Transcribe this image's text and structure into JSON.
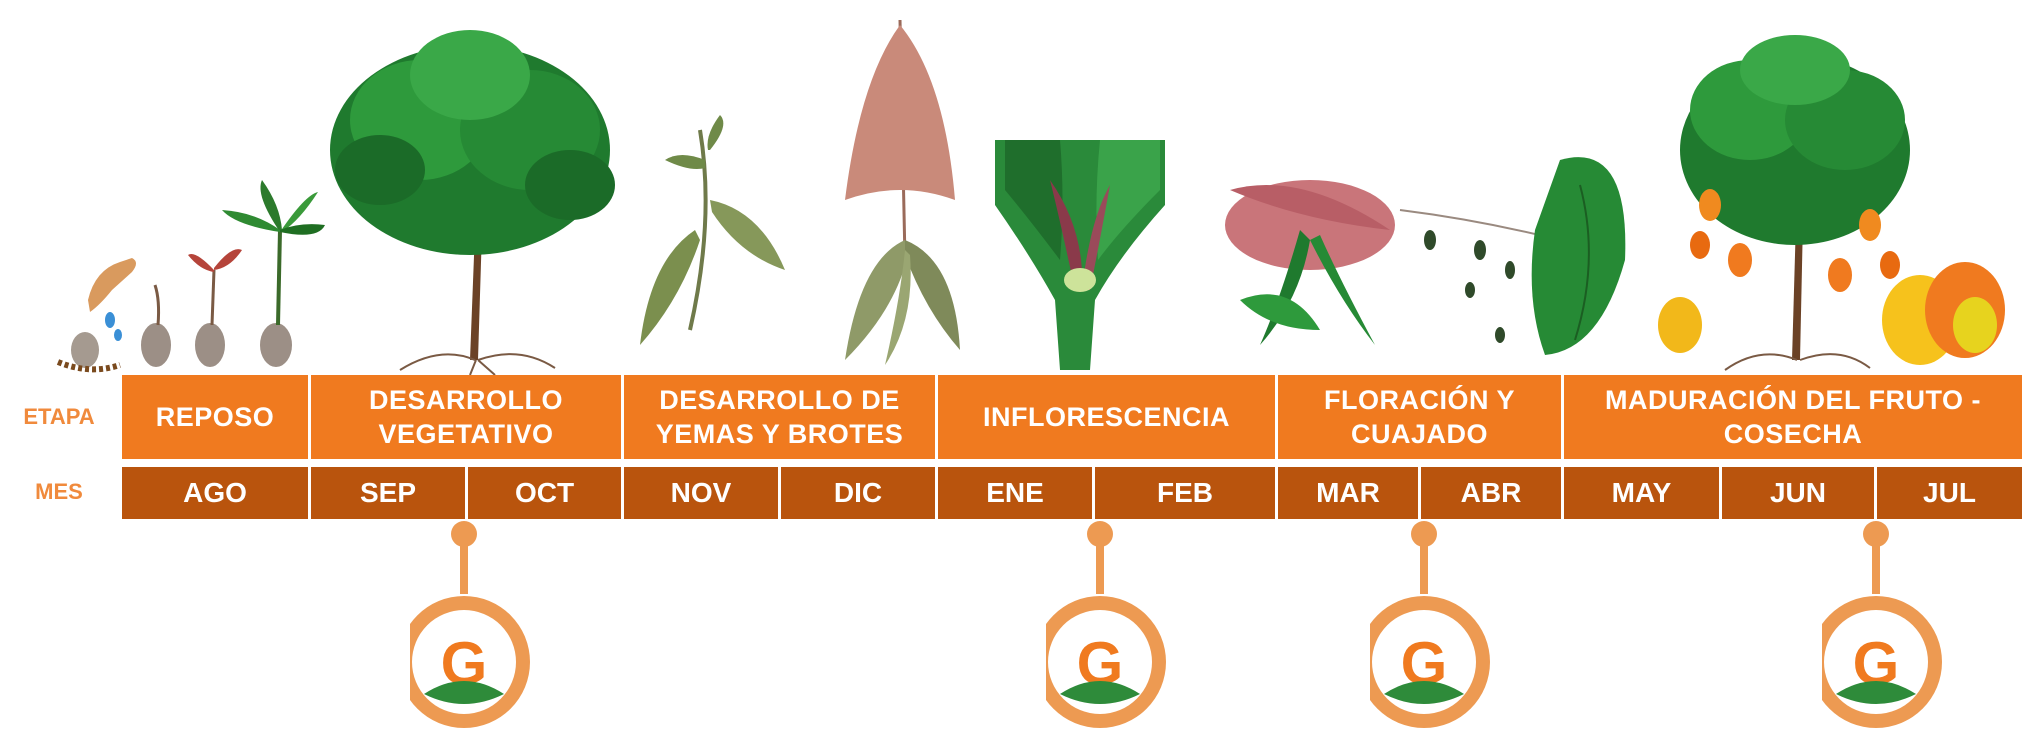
{
  "labels": {
    "stage": "ETAPA",
    "month": "MES"
  },
  "stages": [
    {
      "label": "REPOSO"
    },
    {
      "label": "DESARROLLO\nVEGETATIVO"
    },
    {
      "label": "DESARROLLO DE\nYEMAS Y BROTES"
    },
    {
      "label": "INFLORESCENCIA"
    },
    {
      "label": "FLORACIÓN Y\nCUAJADO"
    },
    {
      "label": "MADURACIÓN DEL FRUTO -\nCOSECHA"
    }
  ],
  "months": [
    "AGO",
    "SEP",
    "OCT",
    "NOV",
    "DIC",
    "ENE",
    "FEB",
    "MAR",
    "ABR",
    "MAY",
    "JUN",
    "JUL"
  ],
  "badges": [
    {
      "month": "SEP",
      "letter": "G"
    },
    {
      "month": "ENE",
      "letter": "G"
    },
    {
      "month": "MAR",
      "letter": "G"
    },
    {
      "month": "JUN",
      "letter": "G"
    }
  ],
  "colors": {
    "stage_fill": "#f07a1f",
    "month_fill": "#b9540d",
    "label_text": "#f08a3c",
    "badge_fill": "#ed9a52",
    "leaf_green": "#2e8b3a",
    "flower_pink": "#c97a6e"
  },
  "illustrations": [
    "seed-hand-icon",
    "seedlings-icon",
    "mango-tree-icon",
    "sprout-branch-icon",
    "panicle-icon",
    "inflorescence-closeup-icon",
    "flowering-branch-icon",
    "fruit-set-branch-icon",
    "fruiting-tree-icon",
    "ripe-mango-icon"
  ]
}
